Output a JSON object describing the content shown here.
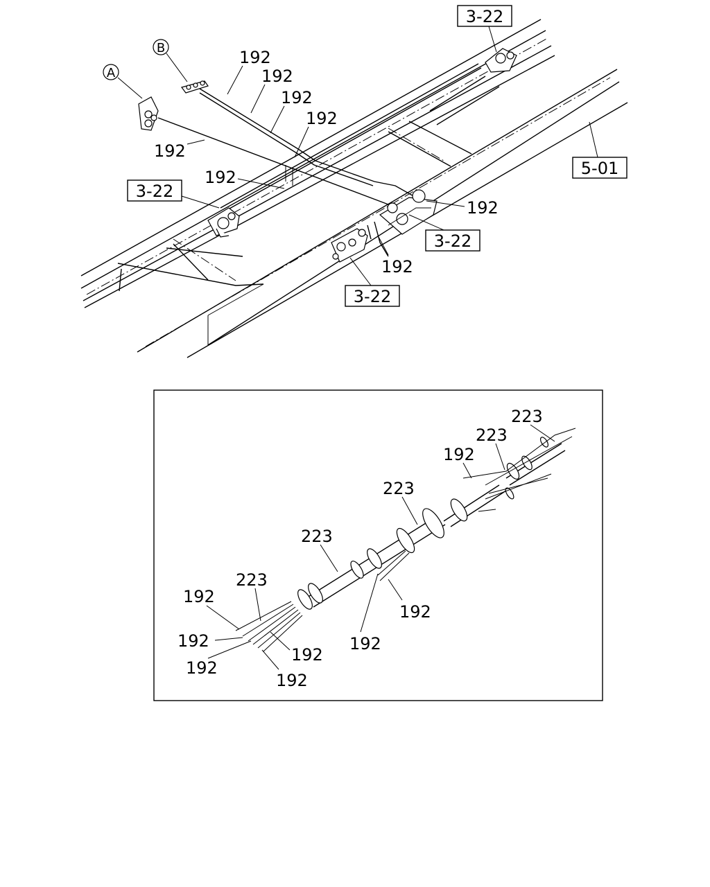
{
  "callouts": {
    "A": "A",
    "B": "B"
  },
  "refs": {
    "r1": "3-22",
    "r2": "3-22",
    "r3": "3-22",
    "r4": "3-22",
    "r5": "5-01"
  },
  "upper_labels": {
    "l1": "192",
    "l2": "192",
    "l3": "192",
    "l4": "192",
    "l5": "192",
    "l6": "192",
    "l7": "192",
    "l8": "192"
  },
  "lower_labels": {
    "a1": "223",
    "a2": "223",
    "a3": "223",
    "a4": "223",
    "a5": "223",
    "b1": "192",
    "b2": "192",
    "b3": "192",
    "b4": "192",
    "b5": "192",
    "b6": "192",
    "b7": "192",
    "b8": "192"
  }
}
